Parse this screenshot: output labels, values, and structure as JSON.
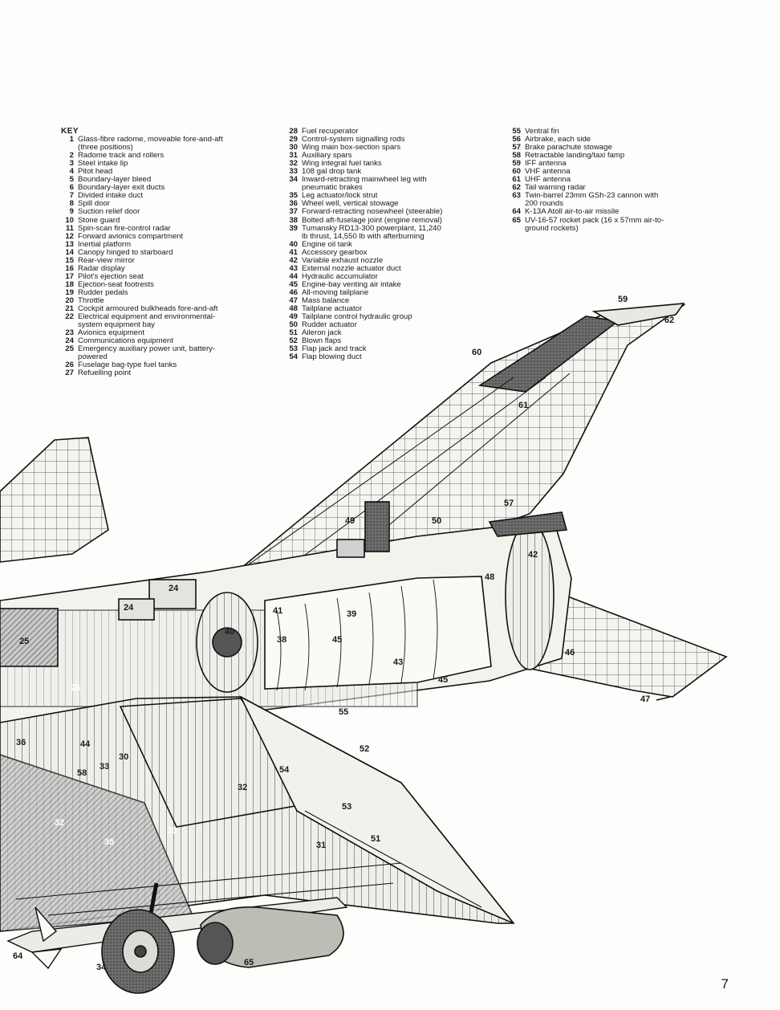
{
  "key": {
    "title": "KEY",
    "columns": [
      [
        {
          "n": "1",
          "t": "Glass-fibre radome, moveable fore-and-aft (three positions)"
        },
        {
          "n": "2",
          "t": "Radome track and rollers"
        },
        {
          "n": "3",
          "t": "Steel intake lip"
        },
        {
          "n": "4",
          "t": "Pitot head"
        },
        {
          "n": "5",
          "t": "Boundary-layer bleed"
        },
        {
          "n": "6",
          "t": "Boundary-layer exit ducts"
        },
        {
          "n": "7",
          "t": "Divided intake duct"
        },
        {
          "n": "8",
          "t": "Spill door"
        },
        {
          "n": "9",
          "t": "Suction relief door"
        },
        {
          "n": "10",
          "t": "Stone guard"
        },
        {
          "n": "11",
          "t": "Spin-scan fire-control radar"
        },
        {
          "n": "12",
          "t": "Forward avionics compartment"
        },
        {
          "n": "13",
          "t": "Inertial platform"
        },
        {
          "n": "14",
          "t": "Canopy hinged to starboard"
        },
        {
          "n": "15",
          "t": "Rear-view mirror"
        },
        {
          "n": "16",
          "t": "Radar display"
        },
        {
          "n": "17",
          "t": "Pilot's ejection seat"
        },
        {
          "n": "18",
          "t": "Ejection-seat footrests"
        },
        {
          "n": "19",
          "t": "Rudder pedals"
        },
        {
          "n": "20",
          "t": "Throttle"
        },
        {
          "n": "21",
          "t": "Cockpit armoured bulkheads fore-and-aft"
        },
        {
          "n": "22",
          "t": "Electrical equipment and environmental-system equipment bay"
        },
        {
          "n": "23",
          "t": "Avionics equipment"
        },
        {
          "n": "24",
          "t": "Communications equipment"
        },
        {
          "n": "25",
          "t": "Emergency auxiliary power unit, battery-powered"
        },
        {
          "n": "26",
          "t": "Fuselage bag-type fuel tanks"
        },
        {
          "n": "27",
          "t": "Refuelling point"
        }
      ],
      [
        {
          "n": "28",
          "t": "Fuel recuperator"
        },
        {
          "n": "29",
          "t": "Control-system signalling rods"
        },
        {
          "n": "30",
          "t": "Wing main box-section spars"
        },
        {
          "n": "31",
          "t": "Auxiliary spars"
        },
        {
          "n": "32",
          "t": "Wing integral fuel tanks"
        },
        {
          "n": "33",
          "t": "108 gal drop tank"
        },
        {
          "n": "34",
          "t": "Inward-retracting mainwheel leg with pneumatic brakes"
        },
        {
          "n": "35",
          "t": "Leg actuator/lock strut"
        },
        {
          "n": "36",
          "t": "Wheel well, vertical stowage"
        },
        {
          "n": "37",
          "t": "Forward-retracting nosewheel (steerable)"
        },
        {
          "n": "38",
          "t": "Bolted aft-fuselage joint (engine removal)"
        },
        {
          "n": "39",
          "t": "Tumansky RD13-300 powerplant, 11,240 lb thrust, 14,550 lb with afterburning"
        },
        {
          "n": "40",
          "t": "Engine oil tank"
        },
        {
          "n": "41",
          "t": "Accessory gearbox"
        },
        {
          "n": "42",
          "t": "Variable exhaust nozzle"
        },
        {
          "n": "43",
          "t": "External nozzle actuator duct"
        },
        {
          "n": "44",
          "t": "Hydraulic accumulator"
        },
        {
          "n": "45",
          "t": "Engine-bay venting air intake"
        },
        {
          "n": "46",
          "t": "All-moving tailplane"
        },
        {
          "n": "47",
          "t": "Mass balance"
        },
        {
          "n": "48",
          "t": "Tailplane actuator"
        },
        {
          "n": "49",
          "t": "Tailplane control hydraulic group"
        },
        {
          "n": "50",
          "t": "Rudder actuator"
        },
        {
          "n": "51",
          "t": "Aileron jack"
        },
        {
          "n": "52",
          "t": "Blown flaps"
        },
        {
          "n": "53",
          "t": "Flap jack and track"
        },
        {
          "n": "54",
          "t": "Flap blowing duct"
        }
      ],
      [
        {
          "n": "55",
          "t": "Ventral fin"
        },
        {
          "n": "56",
          "t": "Airbrake, each side"
        },
        {
          "n": "57",
          "t": "Brake parachute stowage"
        },
        {
          "n": "58",
          "t": "Retractable landing/taxi famp"
        },
        {
          "n": "59",
          "t": "IFF antenna"
        },
        {
          "n": "60",
          "t": "VHF antenna"
        },
        {
          "n": "61",
          "t": "UHF antenna"
        },
        {
          "n": "62",
          "t": "Tail warning radar"
        },
        {
          "n": "63",
          "t": "Twin-barrel 23mm GSh-23 cannon with 200 rounds"
        },
        {
          "n": "64",
          "t": "K-13A Atoll air-to-air missile"
        },
        {
          "n": "65",
          "t": "UV-16-57 rocket pack (16 x 57mm air-to-ground rockets)"
        }
      ]
    ]
  },
  "callouts": [
    {
      "id": "59",
      "label": "59"
    },
    {
      "id": "62",
      "label": "62"
    },
    {
      "id": "60",
      "label": "60"
    },
    {
      "id": "61",
      "label": "61"
    },
    {
      "id": "57",
      "label": "57"
    },
    {
      "id": "50",
      "label": "50"
    },
    {
      "id": "49",
      "label": "49"
    },
    {
      "id": "48",
      "label": "48"
    },
    {
      "id": "42",
      "label": "42"
    },
    {
      "id": "24a",
      "label": "24"
    },
    {
      "id": "24b",
      "label": "24"
    },
    {
      "id": "41",
      "label": "41"
    },
    {
      "id": "39",
      "label": "39"
    },
    {
      "id": "40",
      "label": "40"
    },
    {
      "id": "38",
      "label": "38"
    },
    {
      "id": "45a",
      "label": "45"
    },
    {
      "id": "45b",
      "label": "45"
    },
    {
      "id": "43",
      "label": "43"
    },
    {
      "id": "46",
      "label": "46"
    },
    {
      "id": "47",
      "label": "47"
    },
    {
      "id": "25",
      "label": "25"
    },
    {
      "id": "26",
      "label": "26"
    },
    {
      "id": "55",
      "label": "55"
    },
    {
      "id": "52",
      "label": "52"
    },
    {
      "id": "36",
      "label": "36"
    },
    {
      "id": "44",
      "label": "44"
    },
    {
      "id": "30a",
      "label": "30"
    },
    {
      "id": "58",
      "label": "58"
    },
    {
      "id": "54",
      "label": "54"
    },
    {
      "id": "32a",
      "label": "32"
    },
    {
      "id": "33",
      "label": "33"
    },
    {
      "id": "32b",
      "label": "32"
    },
    {
      "id": "30b",
      "label": "30"
    },
    {
      "id": "35",
      "label": "35"
    },
    {
      "id": "31",
      "label": "31"
    },
    {
      "id": "51",
      "label": "51"
    },
    {
      "id": "53",
      "label": "53"
    },
    {
      "id": "64",
      "label": "64"
    },
    {
      "id": "34",
      "label": "34"
    },
    {
      "id": "65",
      "label": "65"
    }
  ],
  "page_number": "7"
}
